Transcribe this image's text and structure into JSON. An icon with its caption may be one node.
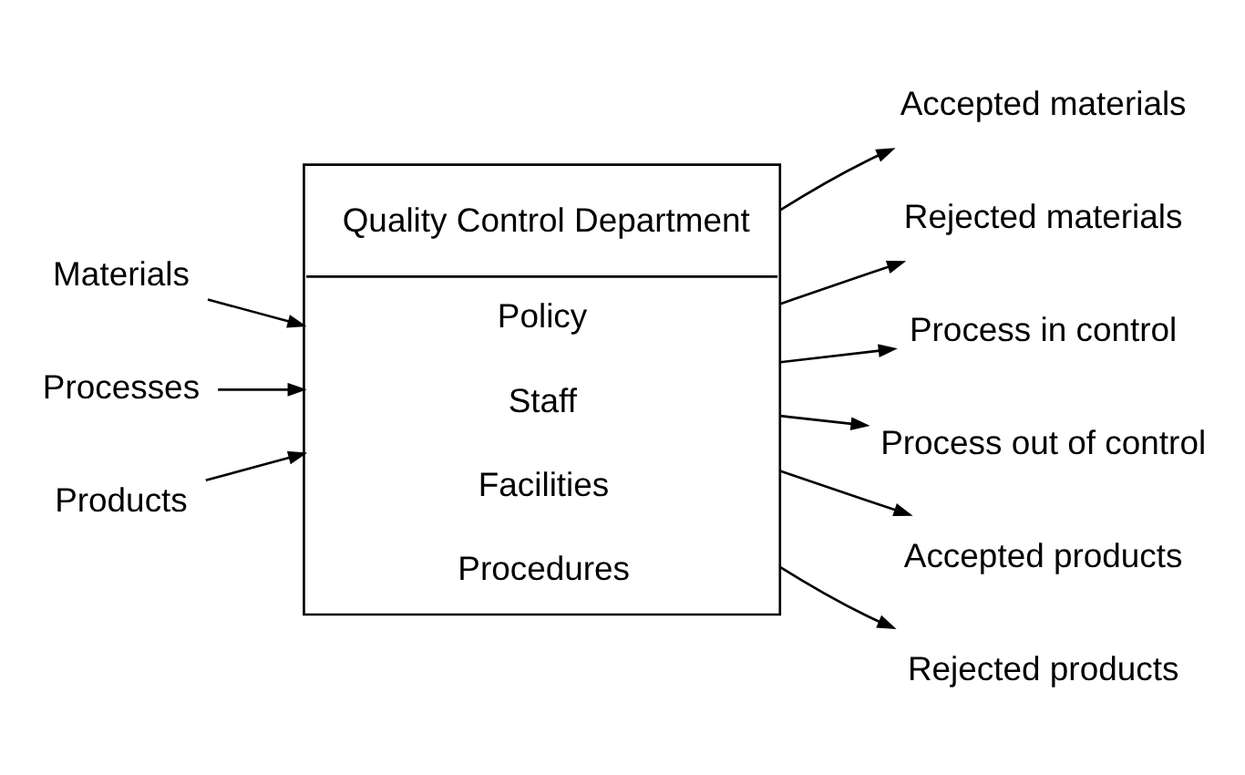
{
  "diagram": {
    "nodes": [
      {
        "text": [
          "Quality Control Department",
          "Policy",
          "Staff",
          "Facilities",
          "Procedures"
        ]
      },
      {
        "text": [
          "Materials"
        ]
      },
      {
        "text": [
          "Processes"
        ]
      },
      {
        "text": [
          "Products"
        ]
      },
      {
        "text": [
          "Accepted materials"
        ]
      },
      {
        "text": [
          "Rejected materials"
        ]
      },
      {
        "text": [
          "Process in control"
        ]
      },
      {
        "text": [
          "Process out of control"
        ]
      },
      {
        "text": [
          "Accepted products"
        ]
      },
      {
        "text": [
          "Rejected products"
        ]
      }
    ],
    "edges": [
      {
        "from": 1,
        "to": 0,
        "arrow": "to"
      },
      {
        "from": 2,
        "to": 0,
        "arrow": "to"
      },
      {
        "from": 3,
        "to": 0,
        "arrow": "to"
      },
      {
        "from": 0,
        "to": 4,
        "arrow": "to"
      },
      {
        "from": 0,
        "to": 5,
        "arrow": "to"
      },
      {
        "from": 0,
        "to": 6,
        "arrow": "to"
      },
      {
        "from": 0,
        "to": 7,
        "arrow": "to"
      },
      {
        "from": 0,
        "to": 8,
        "arrow": "to"
      },
      {
        "from": 0,
        "to": 9,
        "arrow": "to"
      }
    ]
  }
}
